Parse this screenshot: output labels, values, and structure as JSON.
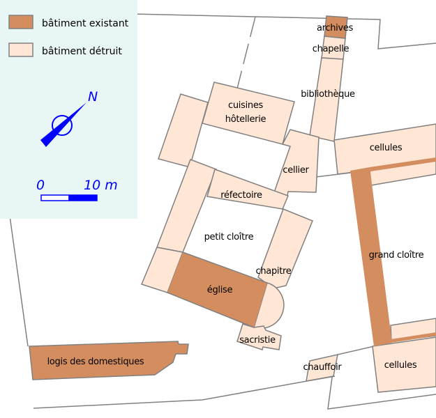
{
  "legend": {
    "existing": "bâtiment existant",
    "destroyed": "bâtiment détruit",
    "north": "N",
    "scale_start": "0",
    "scale_end": "10 m"
  },
  "colors": {
    "existing": "#d38d5f",
    "destroyed": "#ffe6d5",
    "legend_bg": "#e8f6f6",
    "accent": "#0000ff"
  },
  "rooms": {
    "archives": "archives",
    "chapelle": "chapelle",
    "bibliotheque": "bibliothèque",
    "cuisines": "cuisines",
    "hotellerie": "hôtellerie",
    "cellier": "cellier",
    "cellules_top": "cellules",
    "refectoire": "réfectoire",
    "petit_cloitre": "petit cloître",
    "chapitre": "chapitre",
    "grand_cloitre": "grand cloître",
    "eglise": "église",
    "sacristie": "sacristie",
    "logis": "logis des domestiques",
    "chauffoir": "chauffoir",
    "cellules_bottom": "cellules"
  }
}
